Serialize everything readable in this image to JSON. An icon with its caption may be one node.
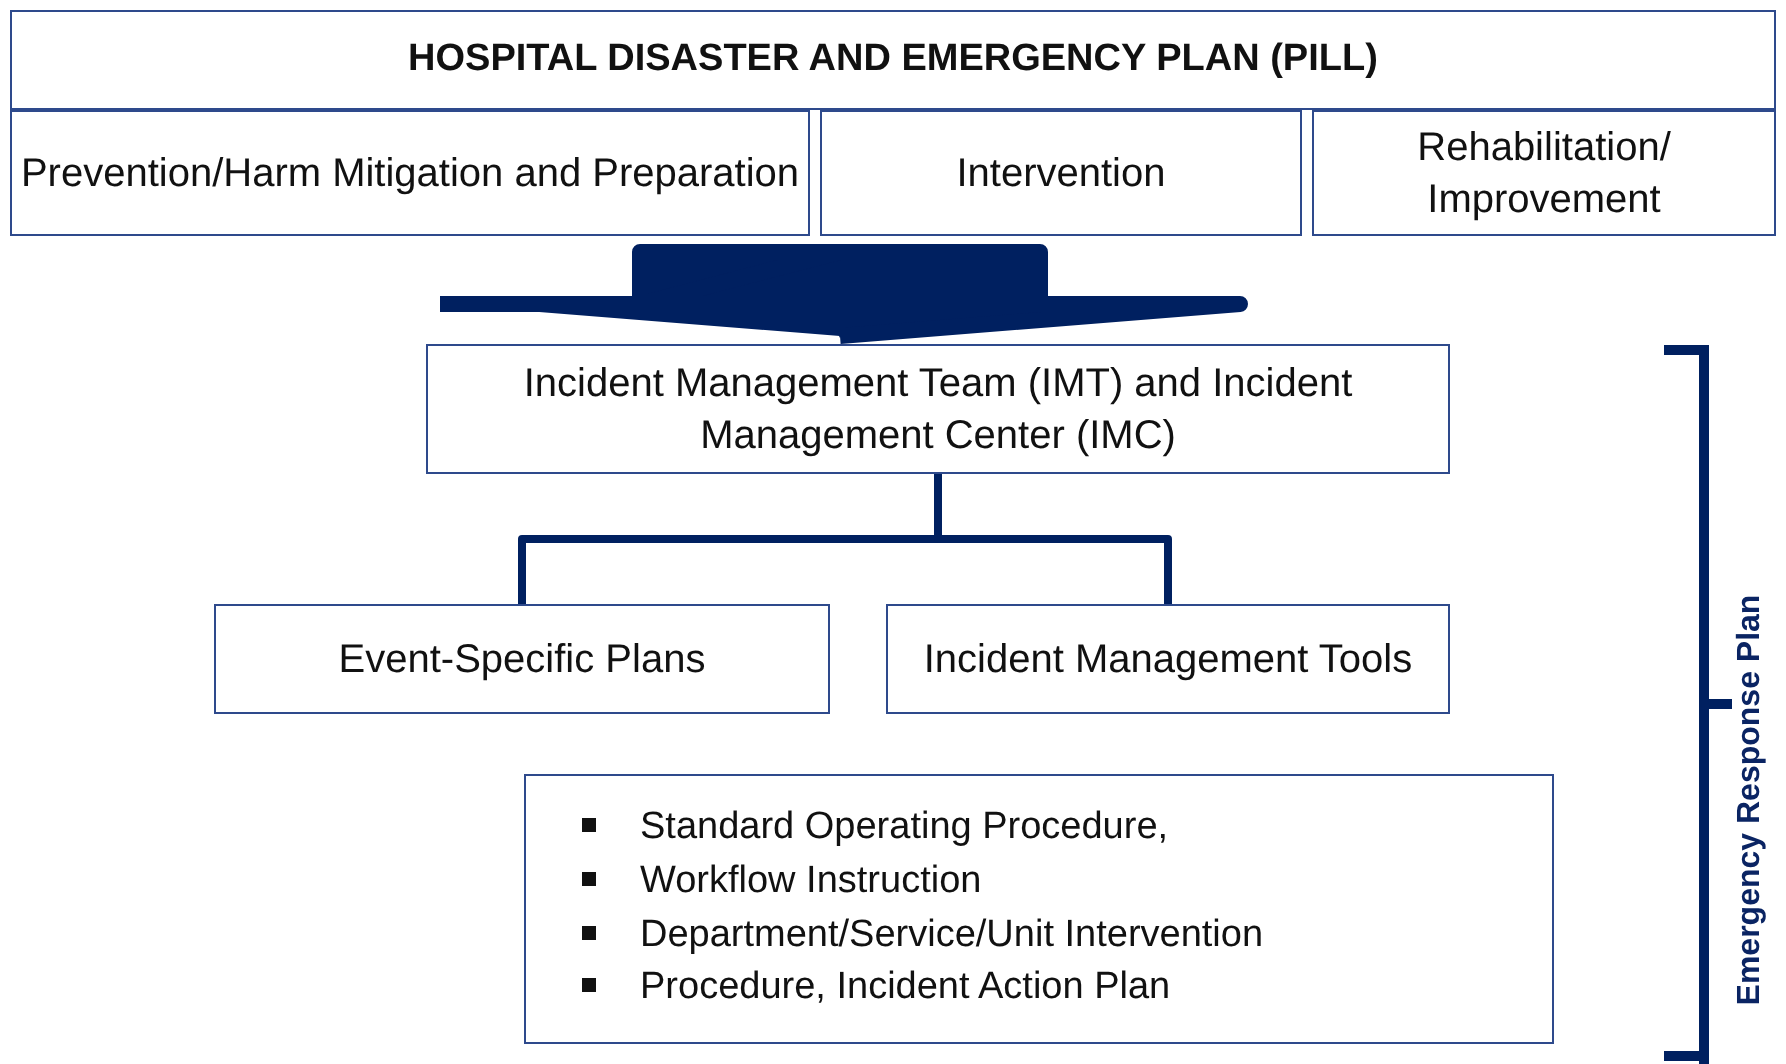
{
  "diagram": {
    "nodes": [
      {
        "text": [
          "HOSPITAL DISASTER AND EMERGENCY PLAN (PILL)"
        ]
      },
      {
        "text": [
          "Prevention/Harm Mitigation and Preparation"
        ]
      },
      {
        "text": [
          "Intervention"
        ]
      },
      {
        "text": [
          "Rehabilitation/ Improvement"
        ]
      },
      {
        "text": [
          "Incident Management Team (IMT) and Incident Management Center (IMC)"
        ]
      },
      {
        "text": [
          "Event-Specific Plans"
        ]
      },
      {
        "text": [
          "Incident Management Tools"
        ]
      },
      {
        "text": [
          "Standard Operating Procedure,",
          "Workflow Instruction",
          "Department/Service/Unit Intervention",
          "Procedure, Incident Action Plan"
        ]
      }
    ],
    "edges": [
      {
        "from": 2,
        "to": 4,
        "arrow": "to",
        "style": "thick"
      },
      {
        "from": 4,
        "to": 5,
        "arrow": "none"
      },
      {
        "from": 4,
        "to": 6,
        "arrow": "none"
      }
    ],
    "labels": [
      "Emergency Response Plan"
    ]
  }
}
